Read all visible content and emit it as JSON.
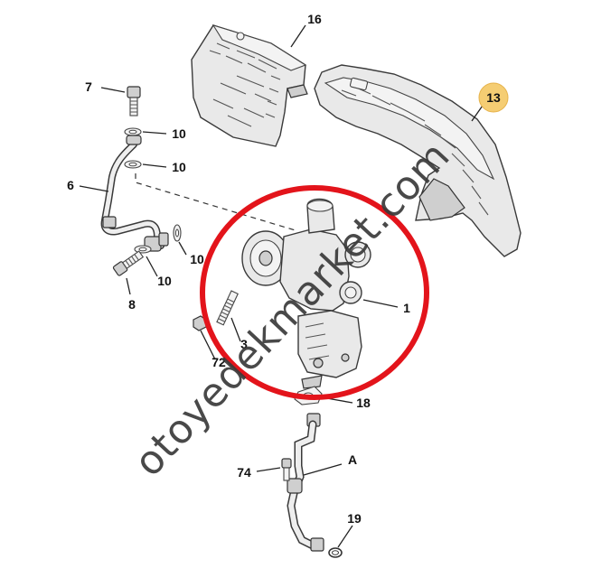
{
  "diagram": {
    "callouts": [
      {
        "id": "c16",
        "label": "16"
      },
      {
        "id": "c13",
        "label": "13",
        "highlighted": true
      },
      {
        "id": "c7",
        "label": "7"
      },
      {
        "id": "c10a",
        "label": "10"
      },
      {
        "id": "c10b",
        "label": "10"
      },
      {
        "id": "c6",
        "label": "6"
      },
      {
        "id": "c10c",
        "label": "10"
      },
      {
        "id": "c10d",
        "label": "10"
      },
      {
        "id": "c8",
        "label": "8"
      },
      {
        "id": "c1",
        "label": "1"
      },
      {
        "id": "c3",
        "label": "3"
      },
      {
        "id": "c72",
        "label": "72"
      },
      {
        "id": "c18",
        "label": "18"
      },
      {
        "id": "cA",
        "label": "A"
      },
      {
        "id": "c74",
        "label": "74"
      },
      {
        "id": "c19",
        "label": "19"
      }
    ],
    "watermark": "otoyedekmarket.com",
    "colors": {
      "highlight_ring": "#e3141b",
      "badge_fill": "#f5cd73",
      "line": "#222222"
    }
  }
}
